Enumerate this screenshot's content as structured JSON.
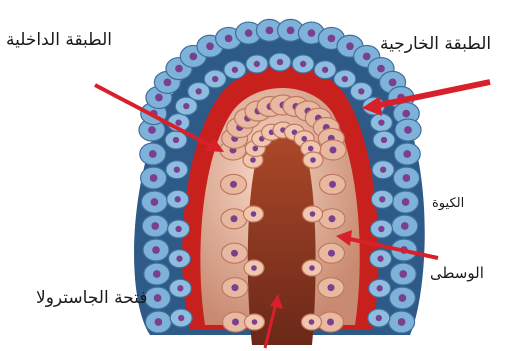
{
  "labels": {
    "inner_layer": "الطبقة الداخلية",
    "outer_layer": "الطبقة الخارجية",
    "cavity": "الكيوة",
    "middle_layer": "الوسطى",
    "blastopore": "فتحة الجاسترولا"
  },
  "colors": {
    "outer_cell": "#7fb2d9",
    "outer_cell_dark": "#3c6f9e",
    "inner_cell": "#e8b8a0",
    "inner_cell_dark": "#c07860",
    "middle_layer": "#c8201c",
    "archenteron": "#8a3a22",
    "nucleus": "#7a3f8f",
    "arrow": "#d8202a"
  }
}
